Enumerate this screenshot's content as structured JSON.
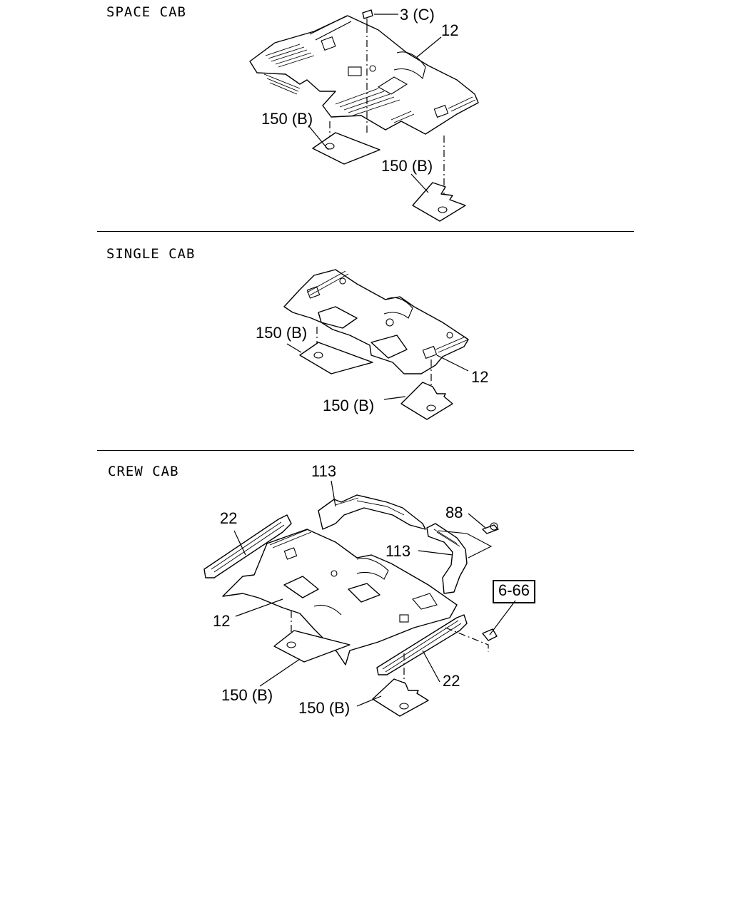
{
  "sections": [
    {
      "title": "SPACE CAB",
      "callouts": [
        "3 (C)",
        "12",
        "150 (B)",
        "150 (B)"
      ]
    },
    {
      "title": "SINGLE CAB",
      "callouts": [
        "150 (B)",
        "12",
        "150 (B)"
      ]
    },
    {
      "title": "CREW CAB",
      "callouts": [
        "113",
        "88",
        "113",
        "22",
        "12",
        "22",
        "150 (B)",
        "150 (B)"
      ],
      "reference_box": "6-66"
    }
  ]
}
